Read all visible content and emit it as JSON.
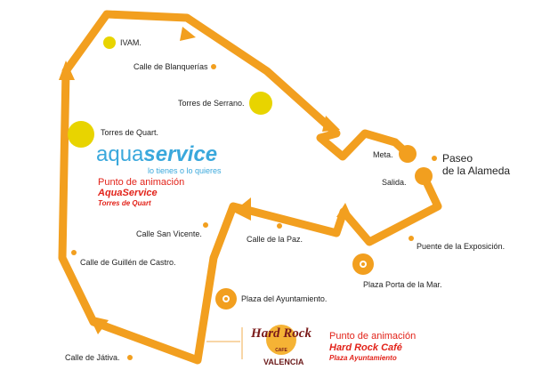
{
  "colors": {
    "route": "#f29f1f",
    "landmark": "#e8d400",
    "red": "#e2231a",
    "aqua": "#3aa8dc"
  },
  "labels": {
    "ivam": "IVAM.",
    "blanquerias": "Calle de Blanquerías",
    "serrano": "Torres de Serrano.",
    "quart": "Torres de Quart.",
    "meta": "Meta.",
    "salida": "Salida.",
    "alameda_1": "Paseo",
    "alameda_2": "de la Alameda",
    "san_vicente": "Calle San Vicente.",
    "paz": "Calle de la Paz.",
    "exposicion": "Puente de la Exposición.",
    "guillen": "Calle de Guillén de Castro.",
    "porta_mar": "Plaza Porta de la Mar.",
    "ayuntamiento": "Plaza del Ayuntamiento.",
    "jativa": "Calle de Játiva."
  },
  "aqua": {
    "logo_a": "aqua",
    "logo_b": "service",
    "tagline": "lo tienes o lo quieres",
    "line1": "Punto de animación",
    "line2": "AquaService",
    "line3": "Torres de Quart"
  },
  "hardrock": {
    "logo_1": "Hard Rock",
    "logo_2": "CAFE",
    "city": "VALENCIA",
    "line1": "Punto de animación",
    "line2": "Hard Rock Café",
    "line3": "Plaza Ayuntamiento"
  }
}
